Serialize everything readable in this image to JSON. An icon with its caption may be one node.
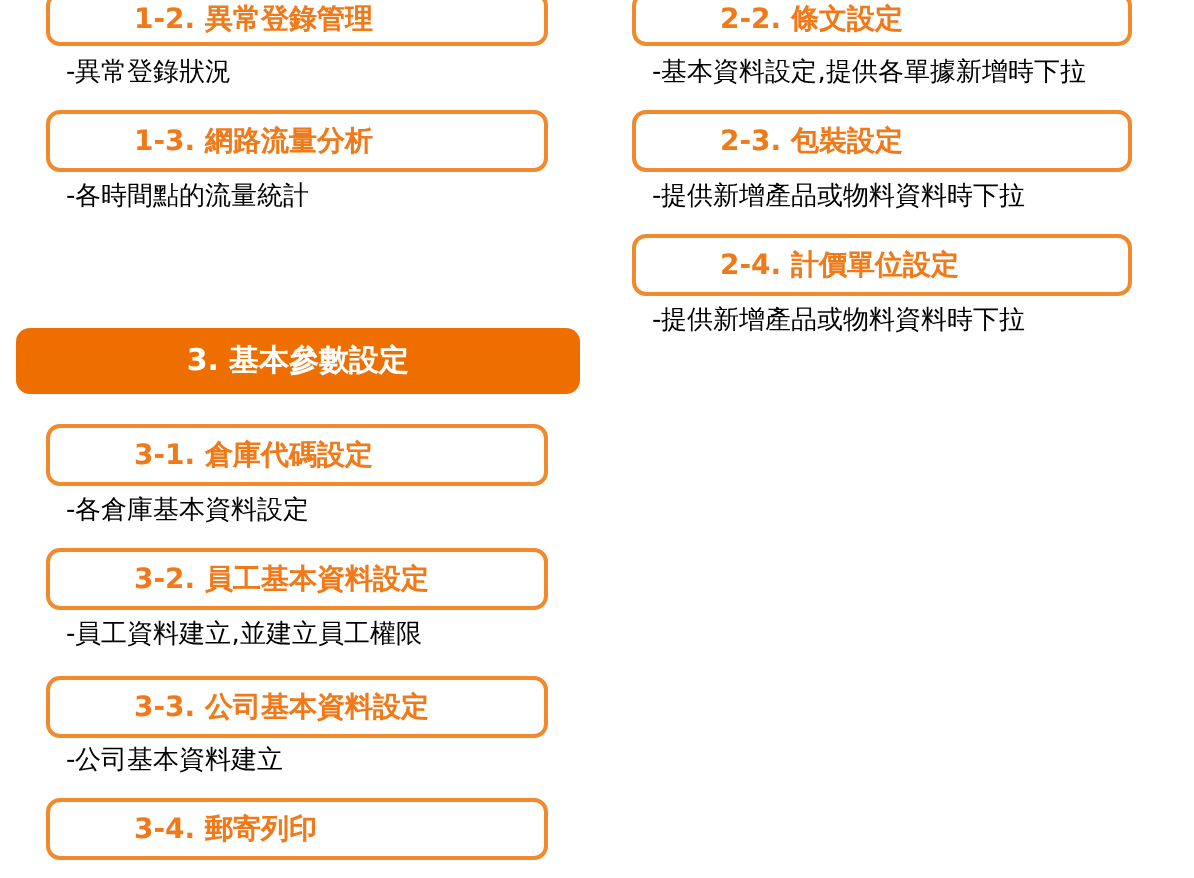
{
  "diagram": {
    "nodes": [
      {
        "text": [
          "1-2. 異常登錄管理"
        ],
        "beside": [
          "-異常登錄狀況"
        ]
      },
      {
        "text": [
          "1-3. 網路流量分析"
        ],
        "beside": [
          "-各時間點的流量統計"
        ]
      },
      {
        "text": [
          "2-2. 條文設定"
        ],
        "beside": [
          "-基本資料設定,提供各單據新增時下拉"
        ]
      },
      {
        "text": [
          "2-3. 包裝設定"
        ],
        "beside": [
          "-提供新增產品或物料資料時下拉"
        ]
      },
      {
        "text": [
          "2-4. 計價單位設定"
        ],
        "beside": [
          "-提供新增產品或物料資料時下拉"
        ]
      },
      {
        "text": [
          "3. 基本參數設定"
        ]
      },
      {
        "text": [
          "3-1. 倉庫代碼設定"
        ],
        "beside": [
          "-各倉庫基本資料設定"
        ]
      },
      {
        "text": [
          "3-2. 員工基本資料設定"
        ],
        "beside": [
          "-員工資料建立,並建立員工權限"
        ]
      },
      {
        "text": [
          "3-3. 公司基本資料設定"
        ],
        "beside": [
          "-公司基本資料建立"
        ]
      },
      {
        "text": [
          "3-4. 郵寄列印"
        ]
      }
    ]
  }
}
